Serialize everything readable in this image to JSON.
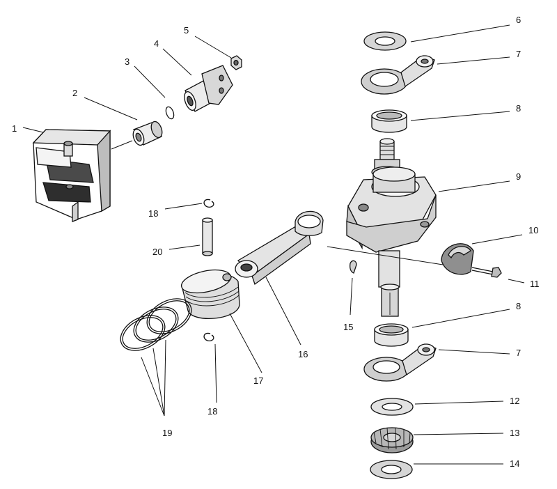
{
  "diagram": {
    "callouts": [
      {
        "id": "c1",
        "label": "1"
      },
      {
        "id": "c2",
        "label": "2"
      },
      {
        "id": "c3",
        "label": "3"
      },
      {
        "id": "c4",
        "label": "4"
      },
      {
        "id": "c5",
        "label": "5"
      },
      {
        "id": "c6",
        "label": "6"
      },
      {
        "id": "c7a",
        "label": "7"
      },
      {
        "id": "c8a",
        "label": "8"
      },
      {
        "id": "c9",
        "label": "9"
      },
      {
        "id": "c10",
        "label": "10"
      },
      {
        "id": "c11",
        "label": "11"
      },
      {
        "id": "c8b",
        "label": "8"
      },
      {
        "id": "c7b",
        "label": "7"
      },
      {
        "id": "c12",
        "label": "12"
      },
      {
        "id": "c13",
        "label": "13"
      },
      {
        "id": "c14",
        "label": "14"
      },
      {
        "id": "c15",
        "label": "15"
      },
      {
        "id": "c16",
        "label": "16"
      },
      {
        "id": "c17",
        "label": "17"
      },
      {
        "id": "c18a",
        "label": "18"
      },
      {
        "id": "c18b",
        "label": "18"
      },
      {
        "id": "c19",
        "label": "19"
      },
      {
        "id": "c20",
        "label": "20"
      }
    ]
  }
}
